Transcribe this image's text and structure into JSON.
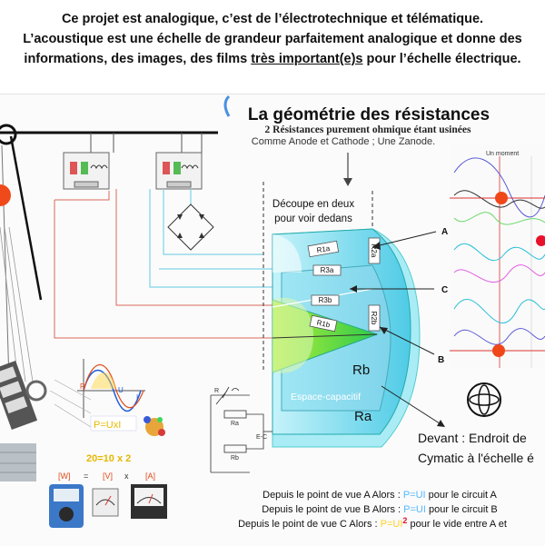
{
  "header": {
    "line1": "Ce projet est analogique, c’est de l’électrotechnique et télématique.",
    "line2": "L’acoustique est une échelle de grandeur parfaitement analogique et  donne des",
    "line3_before": "informations, des images, des films ",
    "line3_underlined": "très important(e)s",
    "line3_after": " pour l’échelle électrique."
  },
  "diagram": {
    "title": "La géométrie des résistances",
    "subtitle": "2 Résistances purement ohmique étant usinées",
    "subtitle2": "Comme Anode et Cathode ; Une Zanode.",
    "cut_label_1": "Découpe en deux",
    "cut_label_2": "pour voir dedans",
    "point_a": "A",
    "point_b": "B",
    "point_c": "C",
    "resistors": {
      "r1a": "R1a",
      "r3a": "R3a",
      "r2a": "R2a",
      "r3b": "R3b",
      "r1b": "R1b",
      "r2b": "R2b"
    },
    "rb_label": "Rb",
    "ra_label": "Ra",
    "space_label": "Espace-capacitif",
    "front_label_1": "Devant : Endroit de",
    "front_label_2": "Cymatic à l'échelle é",
    "moment_label": "Un moment",
    "formula_pui": "P=UxI",
    "formula_20": "20=10 x 2",
    "unit_w": "[W]",
    "unit_eq": "=",
    "unit_v": "[V]",
    "unit_x": "x",
    "unit_a": "[A]",
    "circuit_ra": "Ra",
    "circuit_rb": "Rb",
    "circuit_ec": "E-C",
    "circuit_r": "R",
    "wave_p": "P",
    "wave_u": "U",
    "wave_i": "I",
    "view_a_pre": "Depuis le point de vue A  Alors : ",
    "view_a_formula": "P=UI",
    "view_a_post": " pour le circuit A",
    "view_b_pre": "Depuis le point de vue B Alors : ",
    "view_b_formula": "P=UI",
    "view_b_post": " pour le circuit B",
    "view_c_pre": "Depuis le point de vue C Alors : ",
    "view_c_formula": "P=UI",
    "view_c_exp": "2",
    "view_c_post": "  pour le vide entre A et"
  }
}
